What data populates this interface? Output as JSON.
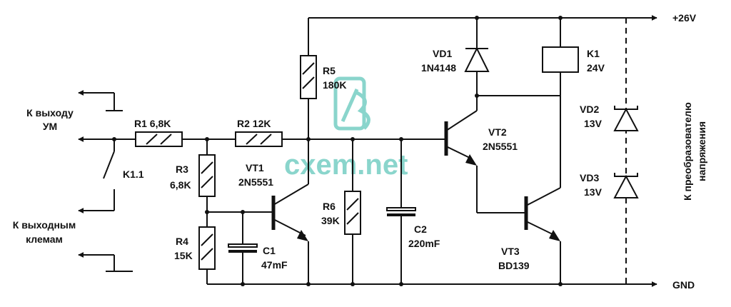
{
  "labels": {
    "v26": "+26V",
    "gnd": "GND",
    "out_um_1": "К выходу",
    "out_um_2": "УМ",
    "out_clamps_1": "К выходным",
    "out_clamps_2": "клемам",
    "k11": "K1.1",
    "r1": "R1 6,8K",
    "r2": "R2 12K",
    "r3_name": "R3",
    "r3_val": "6,8K",
    "r4_name": "R4",
    "r4_val": "15K",
    "r5_name": "R5",
    "r5_val": "180K",
    "r6_name": "R6",
    "r6_val": "39K",
    "c1_name": "C1",
    "c1_val": "47mF",
    "c2_name": "C2",
    "c2_val": "220mF",
    "vt1_name": "VT1",
    "vt1_val": "2N5551",
    "vt2_name": "VT2",
    "vt2_val": "2N5551",
    "vt3_name": "VT3",
    "vt3_val": "BD139",
    "vd1_name": "VD1",
    "vd1_val": "1N4148",
    "vd2_name": "VD2",
    "vd2_val": "13V",
    "vd3_name": "VD3",
    "vd3_val": "13V",
    "k1_name": "K1",
    "k1_val": "24V",
    "converter_1": "К преобразователю",
    "converter_2": "напряжения",
    "watermark": "cxem.net"
  },
  "colors": {
    "wire": "#111111",
    "watermark": "#2bb3a3"
  }
}
